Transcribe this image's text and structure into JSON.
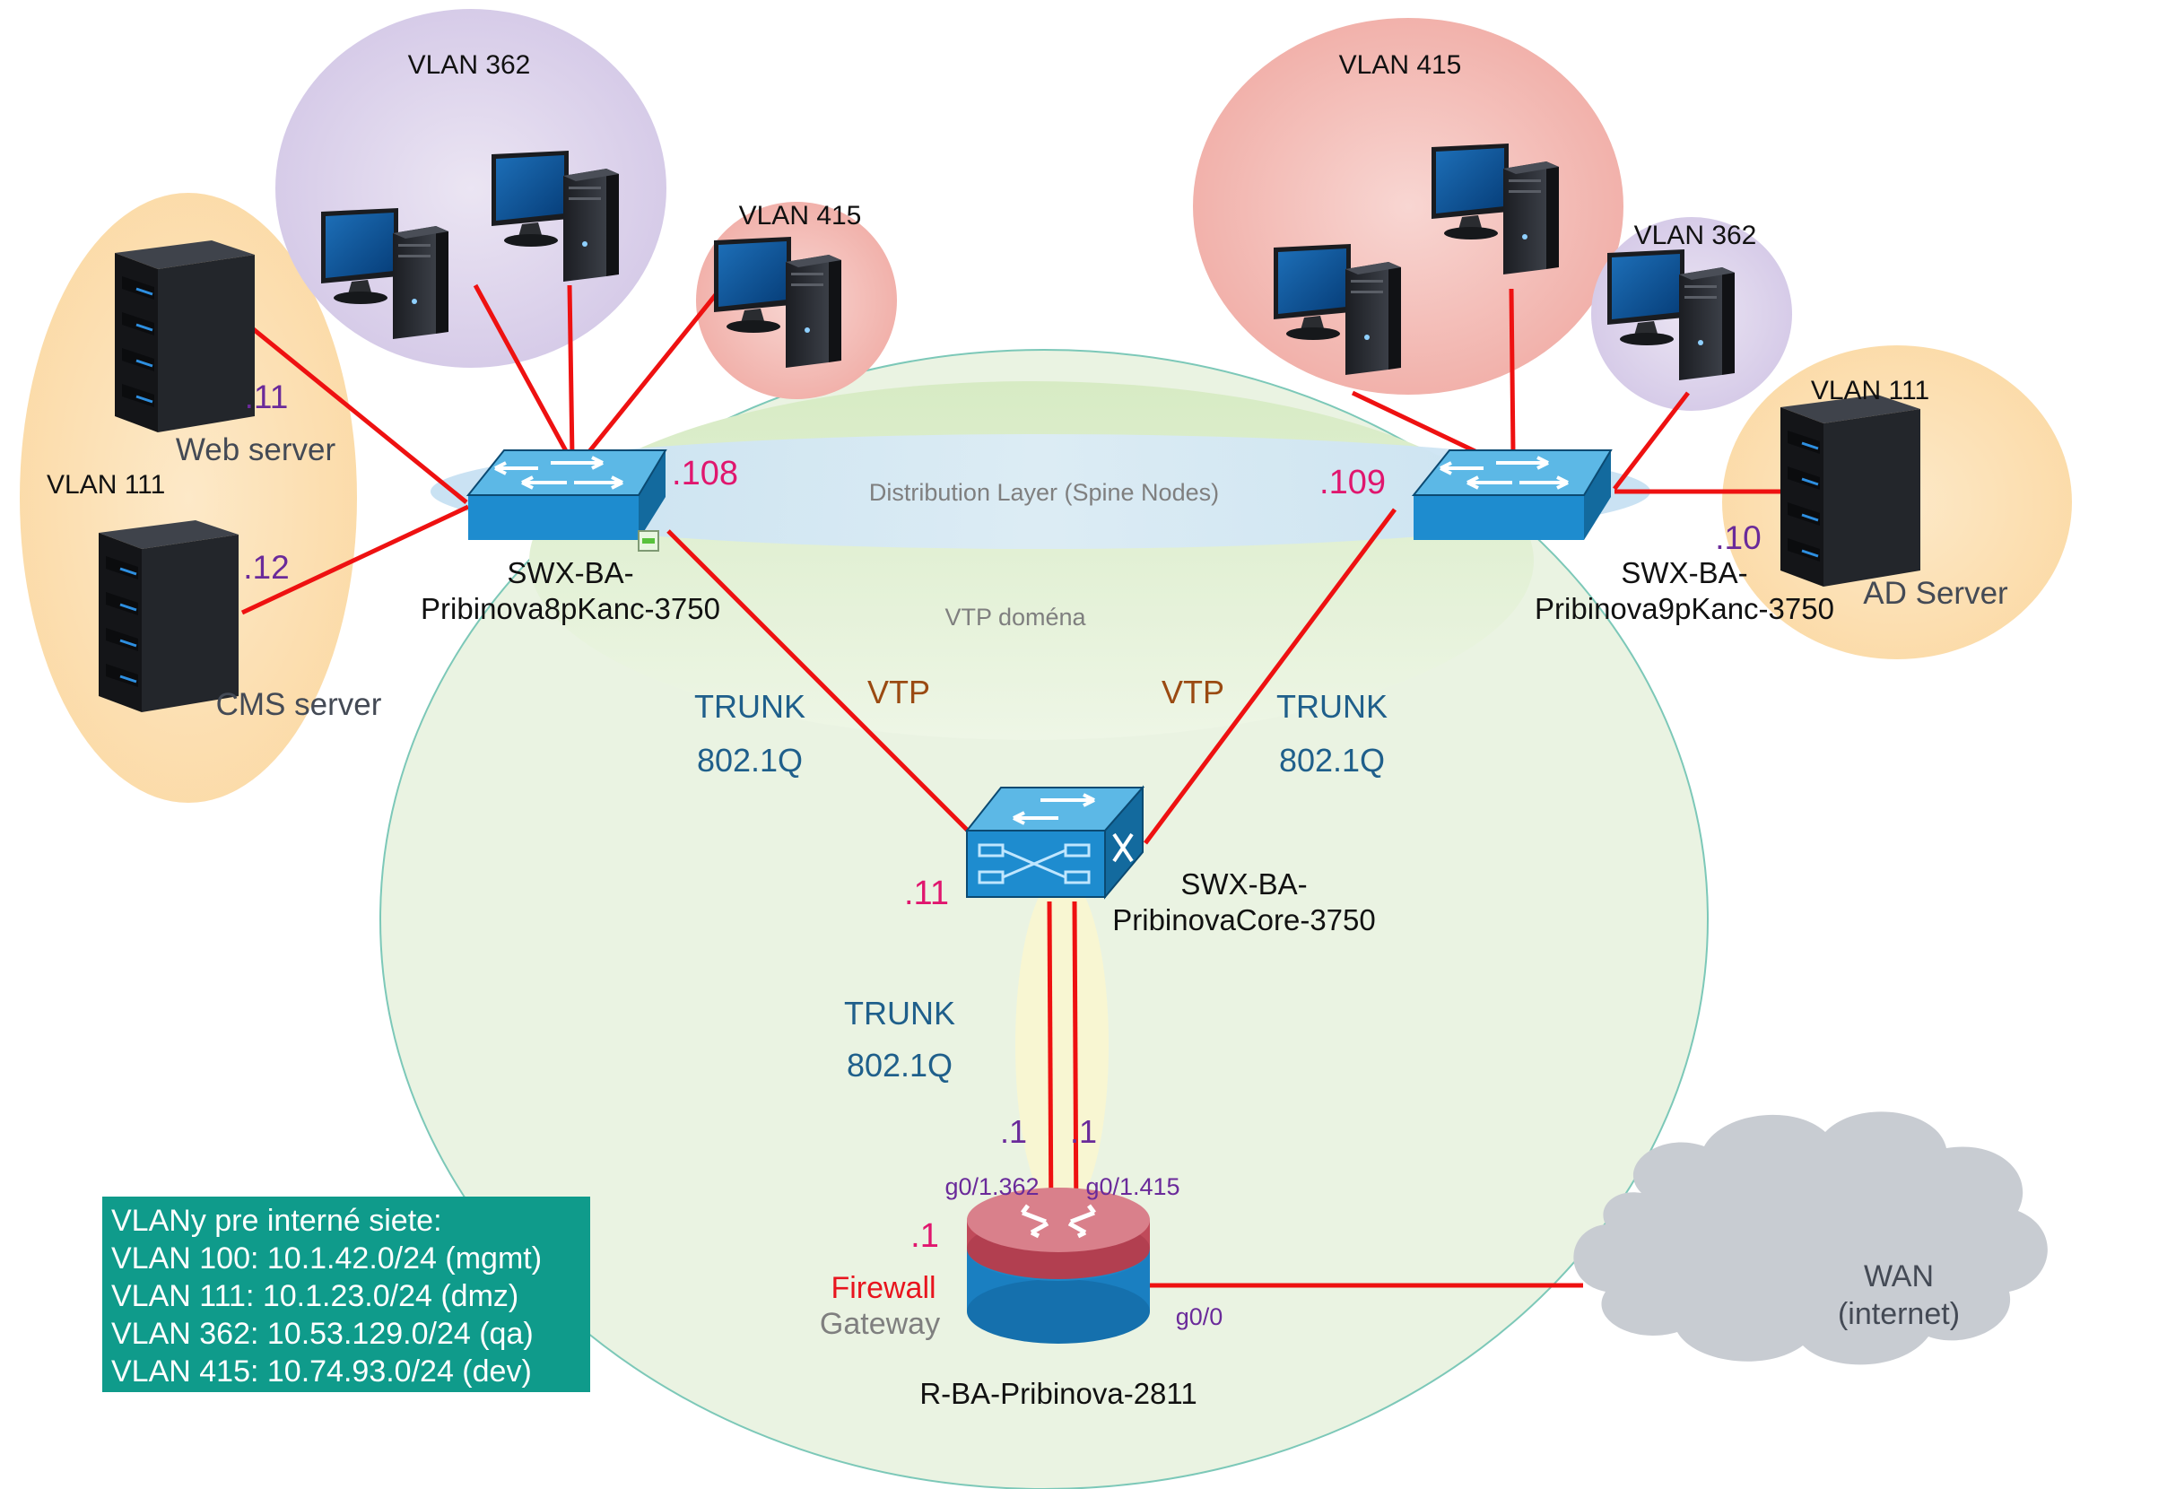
{
  "zones": {
    "distribution_label": "Distribution Layer (Spine Nodes)",
    "vtp_label": "VTP doména"
  },
  "left_group": {
    "vlan111_label": "VLAN 111",
    "vlan362_label": "VLAN 362",
    "vlan415_label": "VLAN 415",
    "web_server_label": "Web server",
    "web_server_ip": ".11",
    "cms_server_label": "CMS server",
    "cms_server_ip": ".12",
    "switch_name_line1": "SWX-BA-",
    "switch_name_line2": "Pribinova8pKanc-3750",
    "switch_ip": ".108"
  },
  "right_group": {
    "vlan415_label": "VLAN 415",
    "vlan362_label": "VLAN 362",
    "vlan111_label": "VLAN 111",
    "ad_server_label": "AD Server",
    "ad_server_ip": ".10",
    "switch_name_line1": "SWX-BA-",
    "switch_name_line2": "Pribinova9pKanc-3750",
    "switch_ip": ".109"
  },
  "core": {
    "name_line1": "SWX-BA-",
    "name_line2": "PribinovaCore-3750",
    "ip": ".11"
  },
  "links": {
    "left_trunk_line1": "TRUNK",
    "left_trunk_line2": "802.1Q",
    "left_vtp": "VTP",
    "right_trunk_line1": "TRUNK",
    "right_trunk_line2": "802.1Q",
    "right_vtp": "VTP",
    "core_trunk_line1": "TRUNK",
    "core_trunk_line2": "802.1Q",
    "sub_ip_left": ".1",
    "sub_ip_right": ".1",
    "sub_if_left": "g0/1.362",
    "sub_if_right": "g0/1.415",
    "wan_if": "g0/0"
  },
  "router": {
    "ip": ".1",
    "firewall_label": "Firewall",
    "gateway_label": "Gateway",
    "name": "R-BA-Pribinova-2811"
  },
  "wan": {
    "line1": "WAN",
    "line2": "(internet)"
  },
  "legend": {
    "title": "VLANy pre interné siete:",
    "lines": [
      "VLAN 100: 10.1.42.0/24 (mgmt)",
      "VLAN 111: 10.1.23.0/24 (dmz)",
      "VLAN 362: 10.53.129.0/24 (qa)",
      "VLAN 415: 10.74.93.0/24 (dev)"
    ]
  },
  "colors": {
    "link": "#ee1111",
    "vlan111_zone": "#fde0b4",
    "vlan362_zone": "#ddd5ec",
    "vlan415_zone": "#f5c2bc",
    "vtp_zone": "#e8f2dc",
    "legend_bg": "#0f9b8b"
  }
}
